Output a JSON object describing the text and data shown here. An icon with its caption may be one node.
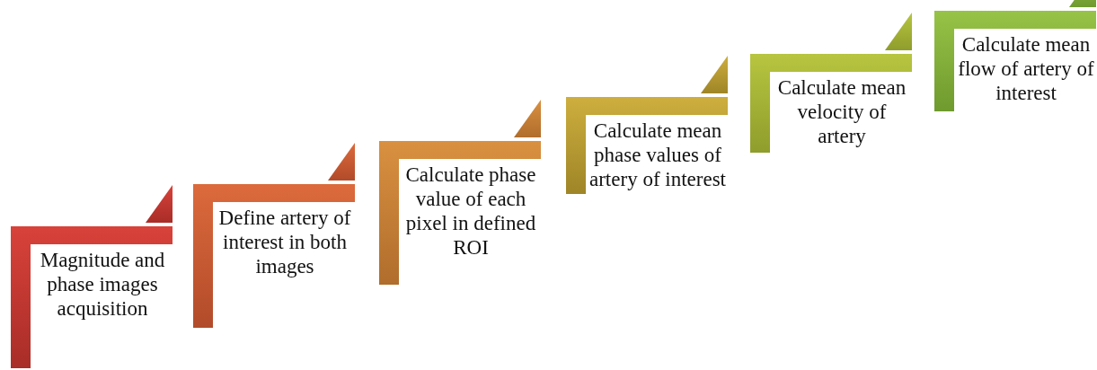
{
  "diagram": {
    "nodes": [
      {
        "text": [
          "Magnitude and phase images acquisition"
        ]
      },
      {
        "text": [
          "Define artery of interest in both images"
        ]
      },
      {
        "text": [
          "Calculate phase value of each pixel in defined ROI"
        ]
      },
      {
        "text": [
          "Calculate mean phase values of artery of interest"
        ]
      },
      {
        "text": [
          "Calculate mean velocity of artery"
        ]
      },
      {
        "text": [
          "Calculate mean flow of artery of interest"
        ]
      }
    ]
  }
}
